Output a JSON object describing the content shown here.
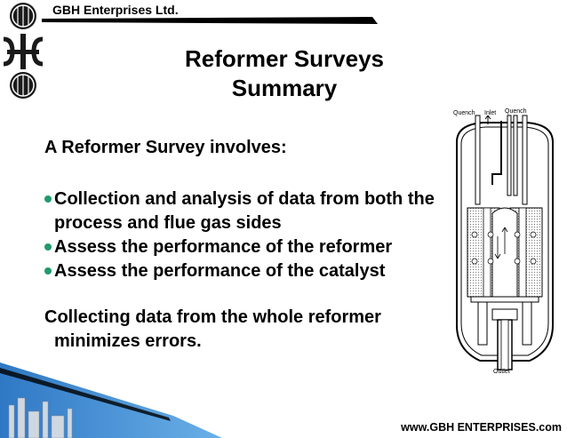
{
  "header": {
    "company": "GBH Enterprises Ltd."
  },
  "slide": {
    "title_line1": "Reformer Surveys",
    "title_line2": "Summary",
    "intro": "A Reformer Survey involves:",
    "bullets": [
      "Collection and analysis of data from both the process and flue gas sides",
      "Assess the performance of the reformer",
      "Assess the performance of the catalyst"
    ],
    "conclusion": "Collecting data from the whole reformer minimizes errors."
  },
  "diagram": {
    "label_quench_left": "Quench",
    "label_inlet": "Inlet",
    "label_quench_right": "Quench",
    "label_outlet": "Outlet"
  },
  "footer": {
    "url": "www.GBH ENTERPRISES.com"
  },
  "colors": {
    "header_rule": "#000000",
    "bullet": "#1f9c6b",
    "footer_blue": "#2f78c4"
  }
}
